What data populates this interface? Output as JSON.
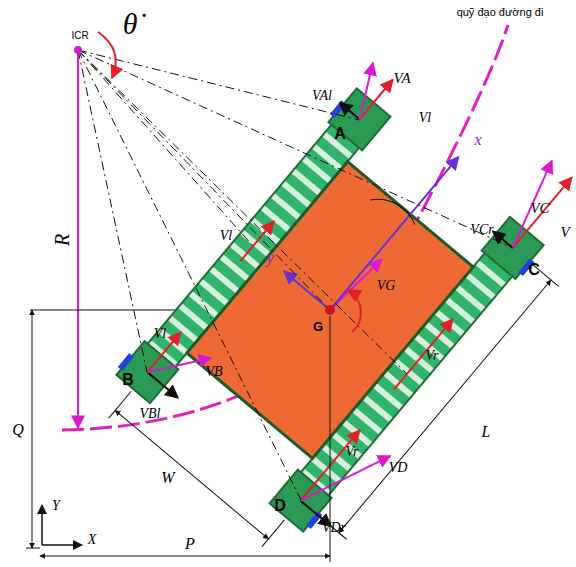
{
  "diagram": {
    "labels": [
      "θ̇",
      "ICR",
      "quỹ đạo đường đi",
      "R",
      "VA",
      "VAl",
      "Vl",
      "Vl",
      "x",
      "y",
      "VG",
      "VC",
      "V",
      "VCr",
      "A",
      "B",
      "C",
      "D",
      "Vl",
      "VB",
      "VBl",
      "G",
      "Vr",
      "Vr",
      "VD",
      "VDr",
      "W",
      "L",
      "Q",
      "P",
      "Y",
      "X"
    ]
  }
}
